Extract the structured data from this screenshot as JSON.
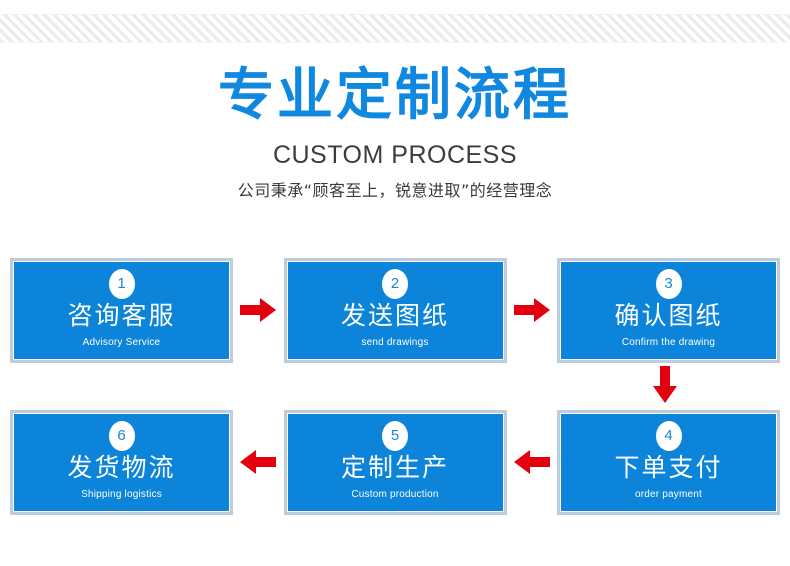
{
  "decor": {
    "top_stripe_band": "diagonal-stripes"
  },
  "header": {
    "title_cn": "专业定制流程",
    "title_en": "CUSTOM PROCESS",
    "tagline_cn": "公司秉承“顾客至上，锐意进取”的经营理念"
  },
  "colors": {
    "brand_blue": "#0b84d9",
    "title_blue": "#1188e0",
    "frame_gray": "#bfcddb",
    "arrow_red": "#e3000f",
    "stripe_gray": "#e9ebed",
    "badge_text_blue": "#1a86d8"
  },
  "flow": {
    "row1": [
      {
        "number": "1",
        "cn": "咨询客服",
        "en": "Advisory Service"
      },
      {
        "number": "2",
        "cn": "发送图纸",
        "en": "send drawings"
      },
      {
        "number": "3",
        "cn": "确认图纸",
        "en": "Confirm the drawing"
      }
    ],
    "row2": [
      {
        "number": "6",
        "cn": "发货物流",
        "en": "Shipping logistics"
      },
      {
        "number": "5",
        "cn": "定制生产",
        "en": "Custom production"
      },
      {
        "number": "4",
        "cn": "下单支付",
        "en": "order payment"
      }
    ],
    "arrows": {
      "row1_a": "arrow-right-icon",
      "row1_b": "arrow-right-icon",
      "vertical": "arrow-down-icon",
      "row2_a": "arrow-left-icon",
      "row2_b": "arrow-left-icon"
    }
  }
}
